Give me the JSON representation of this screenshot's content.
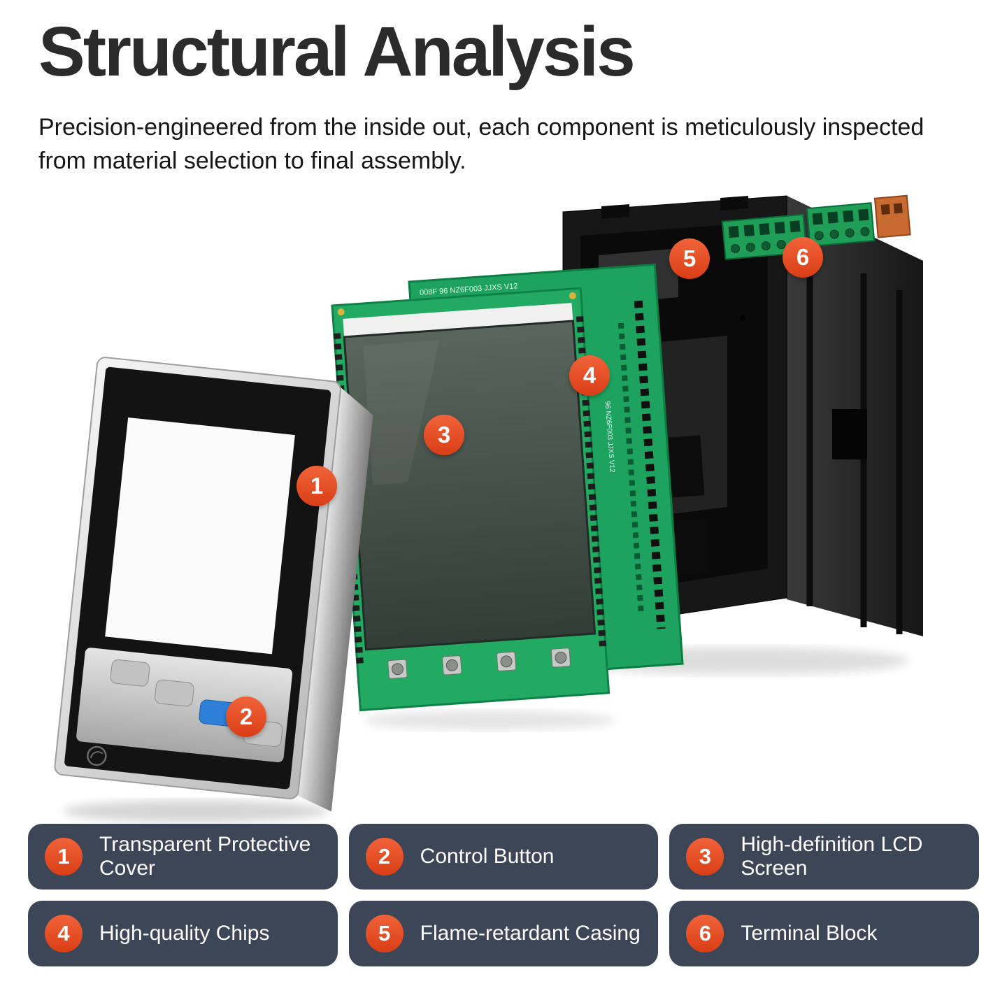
{
  "header": {
    "title": "Structural Analysis",
    "subtitle": "Precision-engineered from the inside out, each component is meticulously inspected from material selection to final assembly."
  },
  "colors": {
    "accent": "#E2491F",
    "legend_card": "#3D4656",
    "pcb_green": "#22AA63",
    "button_blue": "#2E7FD8",
    "terminal_green": "#1F9E58",
    "terminal_orange": "#C96A33"
  },
  "callouts": [
    {
      "number": "1"
    },
    {
      "number": "2"
    },
    {
      "number": "3"
    },
    {
      "number": "4"
    },
    {
      "number": "5"
    },
    {
      "number": "6"
    }
  ],
  "pcb": {
    "marking_top": "008F 96 NZ6F003 JJXS V12",
    "marking_side": "96 NZ6F003 JJXS V12"
  },
  "legend": {
    "items": [
      {
        "number": "1",
        "label": "Transparent Protective Cover"
      },
      {
        "number": "2",
        "label": "Control Button"
      },
      {
        "number": "3",
        "label": "High-definition LCD Screen"
      },
      {
        "number": "4",
        "label": "High-quality Chips"
      },
      {
        "number": "5",
        "label": "Flame-retardant Casing"
      },
      {
        "number": "6",
        "label": "Terminal Block"
      }
    ]
  }
}
